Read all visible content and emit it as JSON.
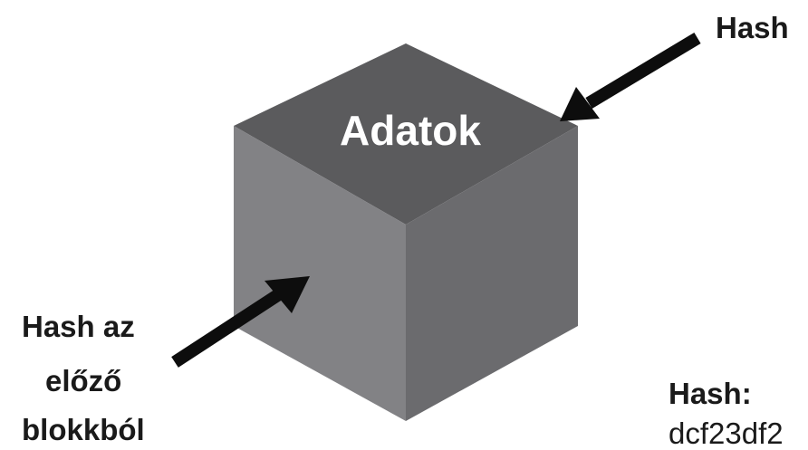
{
  "cube": {
    "label": "Adatok",
    "colors": {
      "top": "#5b5b5d",
      "front": "#828285",
      "right": "#6b6b6e",
      "arrow": "#0d0d0d"
    }
  },
  "labels": {
    "hash_top_right": "Hash",
    "prev_hash_line1": "Hash az",
    "prev_hash_line2": "előző",
    "prev_hash_line3": "blokkból",
    "hash_field_label": "Hash:",
    "hash_value": "dcf23df2"
  }
}
